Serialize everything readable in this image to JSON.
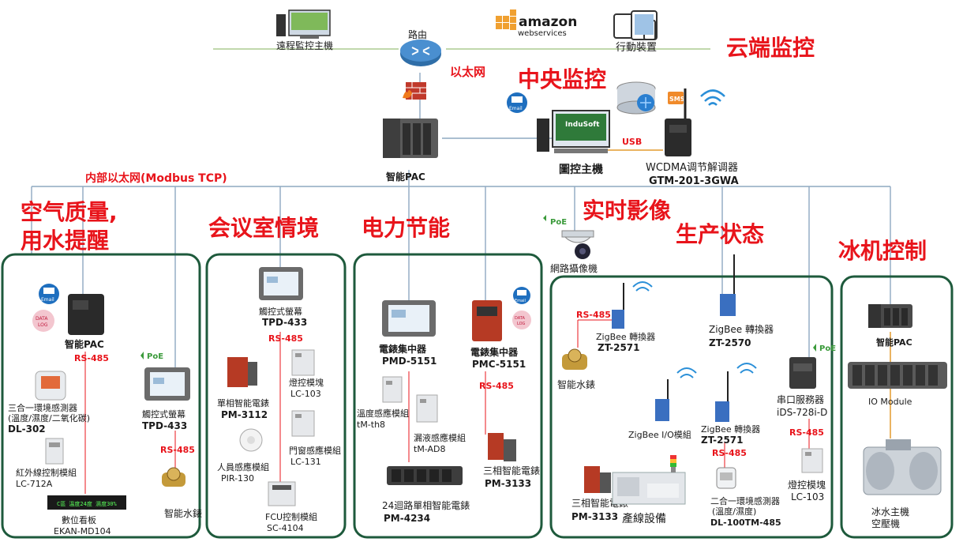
{
  "headings": {
    "cloud": "云端监控",
    "central": "中央监控",
    "air": "空气质量,",
    "water": "用水提醒",
    "meeting": "会议室情境",
    "power": "电力节能",
    "video": "实时影像",
    "production": "生产状态",
    "chiller": "冰机控制"
  },
  "network": {
    "remote_host": "遠程監控主機",
    "router": "路由",
    "aws_line1": "amazon",
    "aws_line2": "webservices",
    "mobile": "行動裝置",
    "ethernet": "以太网",
    "internal_ethernet": "内部以太网(Modbus TCP)",
    "pac": "智能PAC",
    "scada": "圖控主機",
    "usb": "USB",
    "modem_name": "WCDMA调节解调器",
    "modem_model": "GTM-201-3GWA",
    "camera": "網路攝像機",
    "indusoft": "InduSoft",
    "email": "Email",
    "sms": "SMS",
    "poe": "PoE"
  },
  "air_box": {
    "pac": "智能PAC",
    "rs485": "RS-485",
    "data": "DATA",
    "log": "LOG",
    "sensor_l1": "三合一環境感測器",
    "sensor_l2": "(溫度/濕度/二氧化碳)",
    "sensor_model": "DL-302",
    "touch_name": "觸控式螢幕",
    "touch_model": "TPD-433",
    "rs485_b": "RS-485",
    "ir_name": "紅外線控制模組",
    "ir_model": "LC-712A",
    "water": "智能水錶",
    "board_text": "C區 溫度24度 濕度30%",
    "board_name": "數位看板",
    "board_model": "EKAN-MD104"
  },
  "meeting_box": {
    "touch_name": "觸控式螢幕",
    "touch_model": "TPD-433",
    "rs485": "RS-485",
    "meter_name": "單相智能電錶",
    "meter_model": "PM-3112",
    "light_name": "燈控模塊",
    "light_model": "LC-103",
    "pir_name": "人員感應模組",
    "pir_model": "PIR-130",
    "door_name": "門窗感應模組",
    "door_model": "LC-131",
    "fcu_name": "FCU控制模組",
    "fcu_model": "SC-4104"
  },
  "power_box": {
    "pmd_name": "電錶集中器",
    "pmd_model": "PMD-5151",
    "pmc_name": "電錶集中器",
    "pmc_model": "PMC-5151",
    "rs485": "RS-485",
    "th_name": "溫度感應模組",
    "th_model": "tM-th8",
    "leak_name": "漏液感應模組",
    "leak_model": "tM-AD8",
    "pm3133_name": "三相智能電錶",
    "pm3133_model": "PM-3133",
    "pm4234_name": "24迴路單相智能電錶",
    "pm4234_model": "PM-4234"
  },
  "production_box": {
    "rs485": "RS-485",
    "zb1_name": "ZigBee 轉換器",
    "zb1_model": "ZT-2571",
    "zb2_name": "ZigBee 轉換器",
    "zb2_model": "ZT-2570",
    "water": "智能水錶",
    "zio": "ZigBee I/O模組",
    "zb3_name": "ZigBee 轉換器",
    "zb3_model": "ZT-2571",
    "rs485_b": "RS-485",
    "ids_name": "串口服務器",
    "ids_model": "iDS-728i-D",
    "rs485_c": "RS-485",
    "meter_name": "三相智能電錶",
    "meter_model": "PM-3133",
    "line": "產線設備",
    "sensor_l1": "二合一環境感測器",
    "sensor_l2": "(溫度/濕度)",
    "sensor_model": "DL-100TM-485",
    "light_name": "燈控模塊",
    "light_model": "LC-103"
  },
  "chiller_box": {
    "pac": "智能PAC",
    "io": "IO Module",
    "chiller1": "冰水主機",
    "chiller2": "空壓機"
  },
  "colors": {
    "heading_red": "#e8141b",
    "box_green": "#1e5a3c",
    "bus_blue": "#8ea9c1"
  }
}
